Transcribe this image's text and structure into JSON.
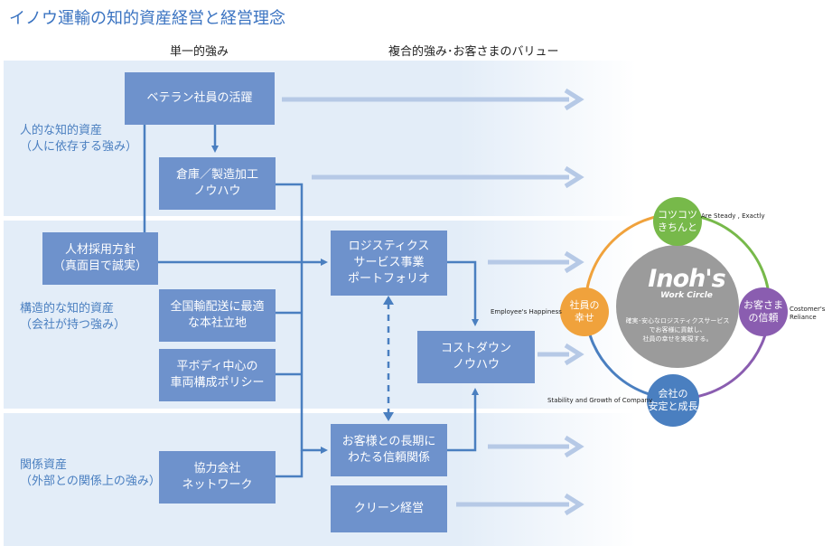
{
  "title": "イノウ運輸の知的資産経営と経営理念",
  "column_headers": {
    "single": "単一的強み",
    "composite": "複合的強み･お客さまのバリュー"
  },
  "categories": [
    {
      "label": "人的な知的資産\n（人に依存する強み）"
    },
    {
      "label": "構造的な知的資産\n（会社が持つ強み）"
    },
    {
      "label": "関係資産\n（外部との関係上の強み）"
    }
  ],
  "boxes": {
    "veteran": "ベテラン社員の活躍",
    "warehouse": "倉庫／製造加工\nノウハウ",
    "hiring": "人材採用方針\n（真面目で誠実）",
    "national": "全国輸配送に最適\nな本社立地",
    "flatbody": "平ボディ中心の\n車両構成ポリシー",
    "partner": "協力会社\nネットワーク",
    "logistics": "ロジスティクス\nサービス事業\nポートフォリオ",
    "costdown": "コストダウン\nノウハウ",
    "trust": "お客様との長期に\nわたる信頼関係",
    "clean": "クリーン経営"
  },
  "circle": {
    "logo_main": "Inoh's",
    "logo_sub": "Work Circle",
    "center_text": "確実･安心なロジスティクスサービス\nでお客様に貢献し、\n社員の幸せを実現する。",
    "top": {
      "label": "コツコツ\nきちんと",
      "en": "Are Steady , Exactly",
      "color": "#77b94a"
    },
    "left": {
      "label": "社員の\n幸せ",
      "en": "Employee's Happiness",
      "color": "#f0a23c"
    },
    "right": {
      "label": "お客さま\nの信頼",
      "en": "Costomer's\nReliance",
      "color": "#8a5db0"
    },
    "bottom": {
      "label": "会社の\n安定と成長",
      "en": "Stability and Growth of Company",
      "color": "#4a7fc0"
    }
  }
}
